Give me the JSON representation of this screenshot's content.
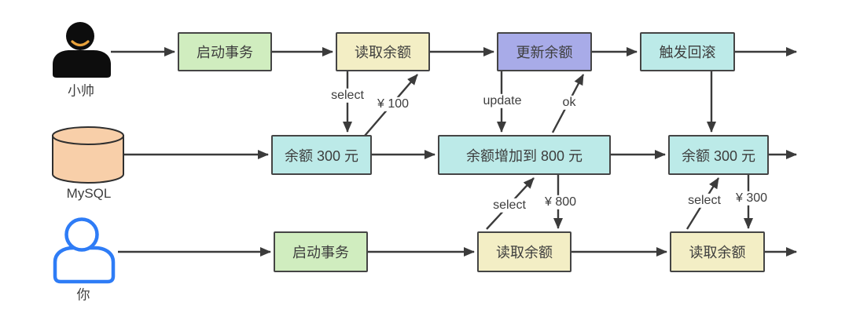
{
  "lanes": {
    "xiaoshuai": {
      "actor": "小帅",
      "steps": {
        "start": "启动事务",
        "read": "读取余额",
        "update": "更新余额",
        "rollback": "触发回滚"
      }
    },
    "mysql": {
      "actor": "MySQL",
      "states": {
        "balance_300_first": "余额 300 元",
        "balance_800": "余额增加到 800 元",
        "balance_300_second": "余额 300 元"
      }
    },
    "you": {
      "actor": "你",
      "steps": {
        "start": "启动事务",
        "read_first": "读取余额",
        "read_second": "读取余额"
      }
    }
  },
  "edge_labels": {
    "select_top": "select",
    "amount_100": "¥ 100",
    "update": "update",
    "ok": "ok",
    "select_mid": "select",
    "amount_800": "¥ 800",
    "select_right": "select",
    "amount_300": "¥ 300"
  },
  "colors": {
    "step_green": "#d0edbf",
    "step_yellow": "#f3eec5",
    "step_purple": "#a8abe8",
    "state_cyan": "#bceae8",
    "database_peach": "#f8cfa9",
    "person_blue": "#2e7cf6",
    "smile_orange": "#e9a23b",
    "line_dark": "#3b3b3b"
  }
}
